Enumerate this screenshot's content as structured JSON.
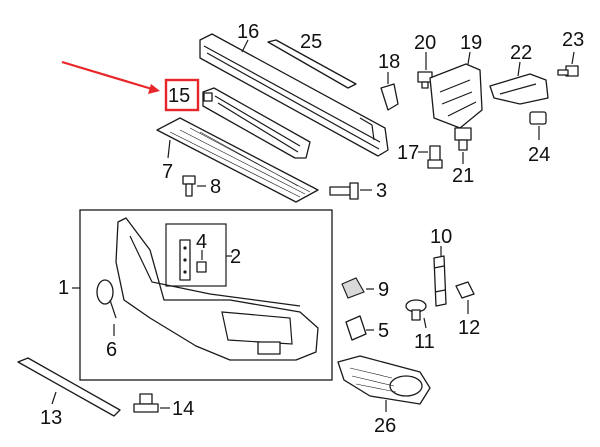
{
  "colors": {
    "callout_arrow": "#e8262a",
    "callout_box": "#e8262a",
    "line": "#1a1a1a",
    "background": "#ffffff"
  },
  "highlight": {
    "part": "15",
    "label": "15"
  },
  "labels": {
    "p1": "1",
    "p2": "2",
    "p3": "3",
    "p4": "4",
    "p5": "5",
    "p6": "6",
    "p7": "7",
    "p8": "8",
    "p9": "9",
    "p10": "10",
    "p11": "11",
    "p12": "12",
    "p13": "13",
    "p14": "14",
    "p16": "16",
    "p17": "17",
    "p18": "18",
    "p19": "19",
    "p20": "20",
    "p21": "21",
    "p22": "22",
    "p23": "23",
    "p24": "24",
    "p25": "25",
    "p26": "26"
  }
}
